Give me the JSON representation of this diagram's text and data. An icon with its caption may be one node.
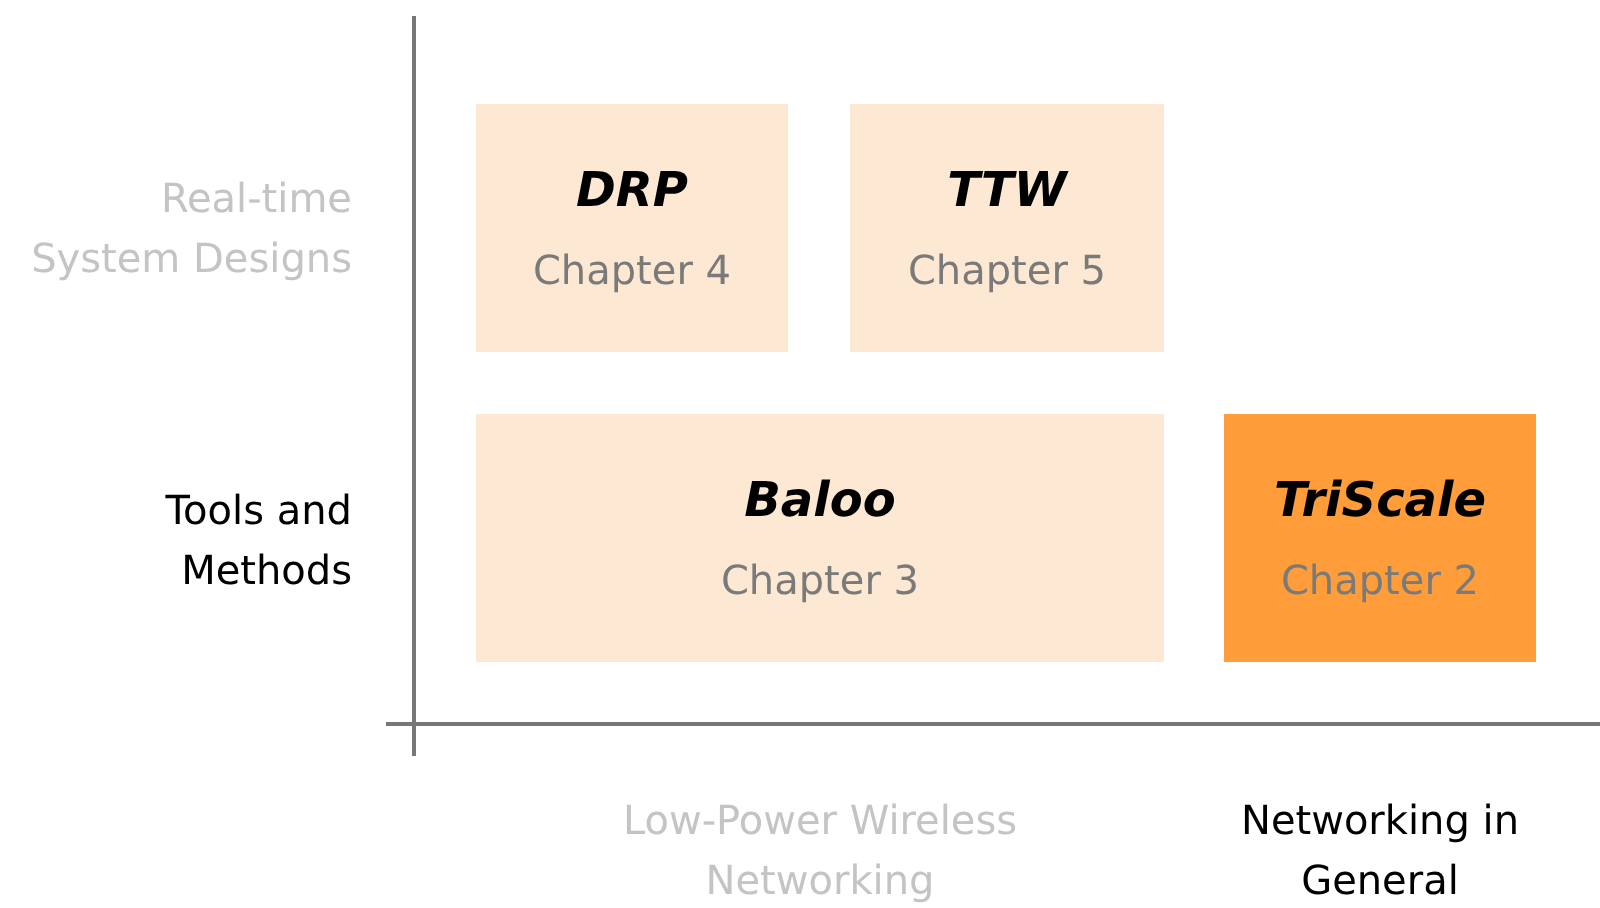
{
  "diagram": {
    "nodes": [
      {
        "text": [
          "DRP",
          "Chapter 4"
        ]
      },
      {
        "text": [
          "TTW",
          "Chapter 5"
        ]
      },
      {
        "text": [
          "Baloo",
          "Chapter 3"
        ]
      },
      {
        "text": [
          "TriScale",
          "Chapter 2"
        ]
      }
    ],
    "edges": [],
    "labels": [
      "Real-time System Designs",
      "Tools and Methods",
      "Low-Power Wireless Networking",
      "Networking in General"
    ]
  }
}
